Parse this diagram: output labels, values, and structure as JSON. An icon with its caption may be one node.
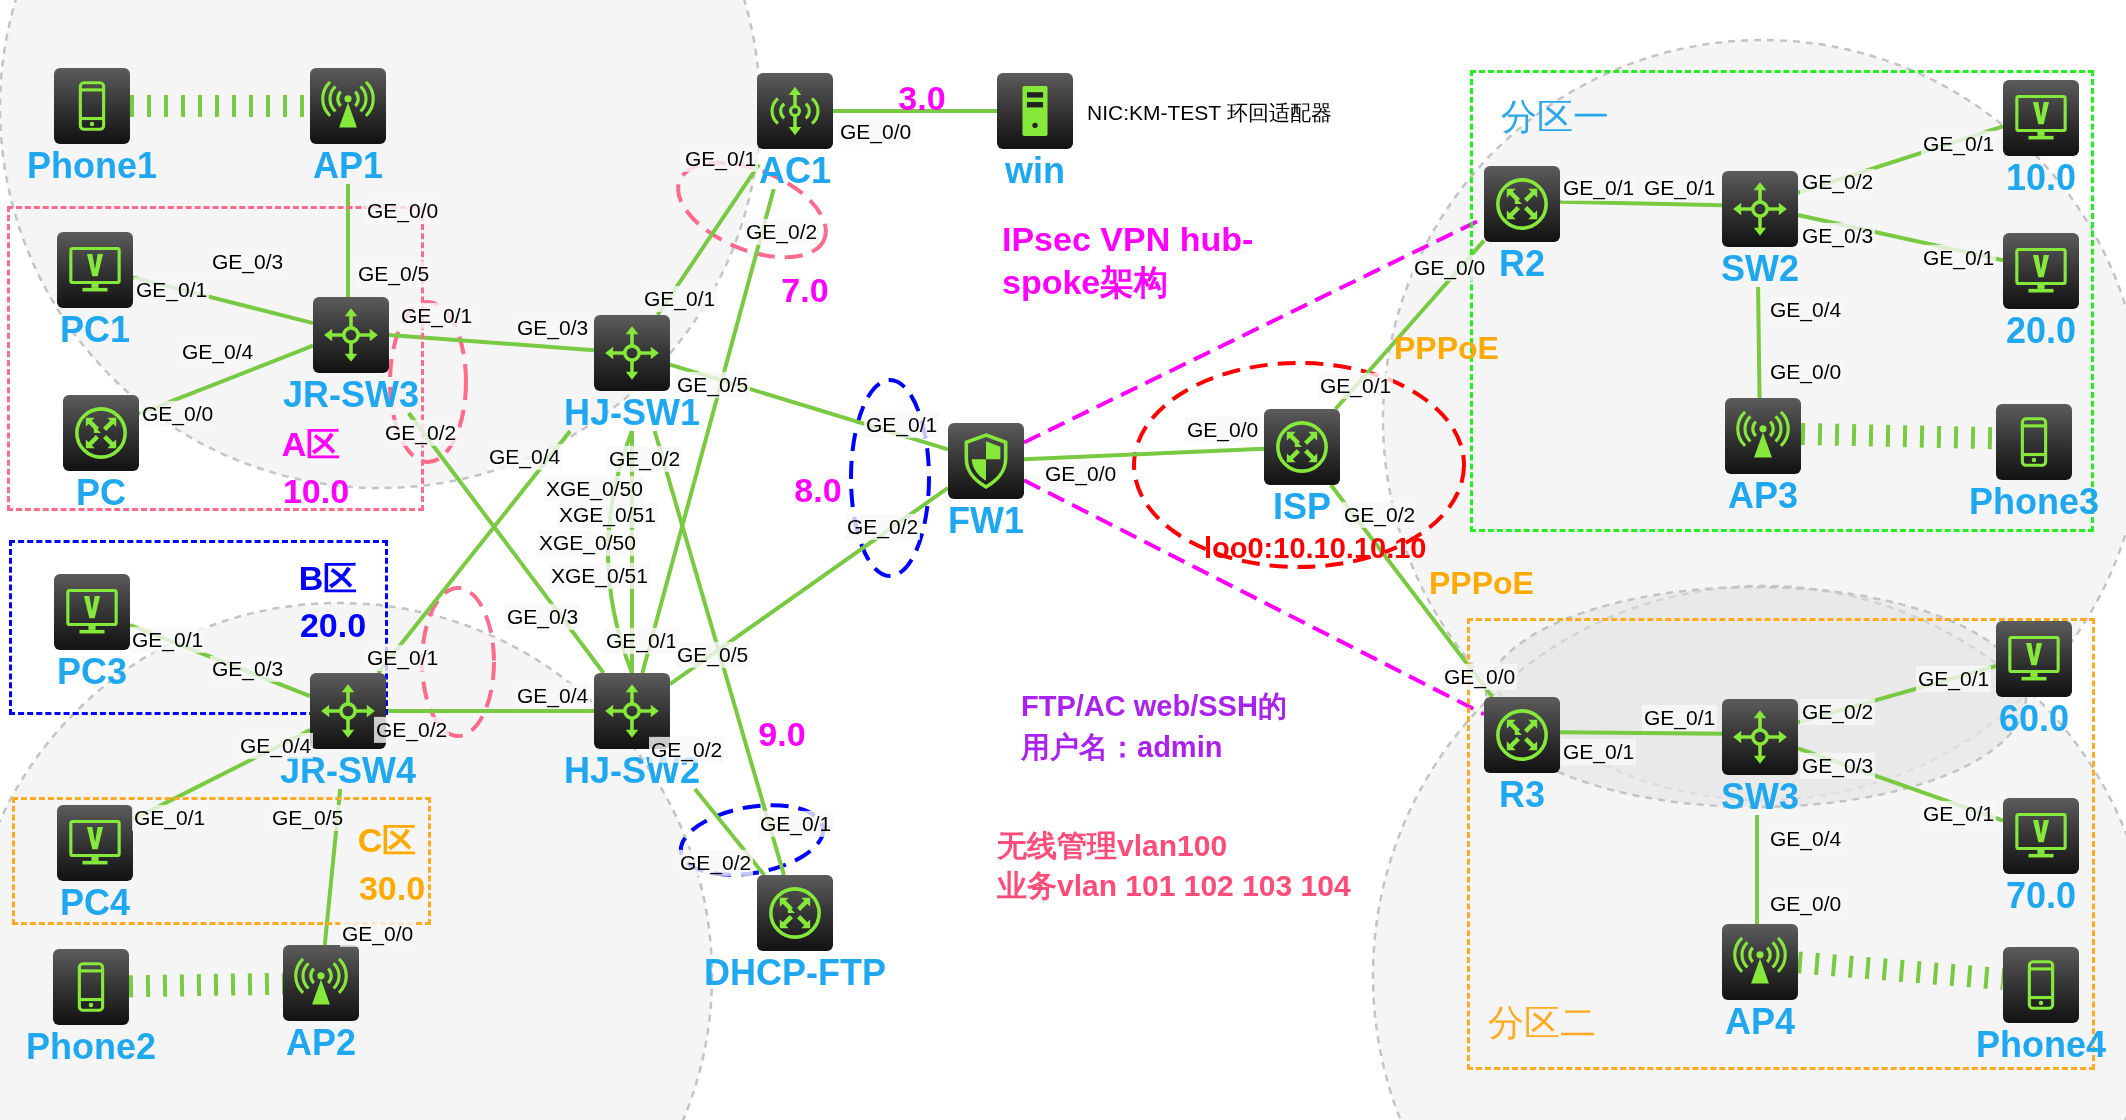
{
  "diagram": {
    "nodes": [
      {
        "text": [
          "Phone1"
        ]
      },
      {
        "text": [
          "AP1"
        ]
      },
      {
        "text": [
          "AC1"
        ]
      },
      {
        "text": [
          "win"
        ],
        "beside": [
          "NIC:KM-TEST 环回适配器"
        ]
      },
      {
        "text": [
          "A区",
          "10.0"
        ]
      },
      {
        "text": [
          "PC1"
        ],
        "in": 4
      },
      {
        "text": [
          "JR-SW3"
        ],
        "in": 4
      },
      {
        "text": [
          "PC"
        ],
        "in": 4
      },
      {
        "text": [
          "HJ-SW1"
        ]
      },
      {
        "text": [
          "FW1"
        ]
      },
      {
        "text": [
          "B区",
          "20.0"
        ]
      },
      {
        "text": [
          "PC3"
        ],
        "in": 10
      },
      {
        "text": [
          "JR-SW4"
        ]
      },
      {
        "text": [
          "HJ-SW2"
        ]
      },
      {
        "text": [
          "C区",
          "30.0"
        ]
      },
      {
        "text": [
          "PC4"
        ],
        "in": 14
      },
      {
        "text": [
          "Phone2"
        ]
      },
      {
        "text": [
          "AP2"
        ]
      },
      {
        "text": [
          "DHCP-FTP"
        ]
      },
      {
        "text": [
          "分区一"
        ]
      },
      {
        "text": [
          "R2"
        ],
        "in": 19
      },
      {
        "text": [
          "SW2"
        ],
        "in": 19
      },
      {
        "text": [
          "10.0"
        ],
        "in": 19
      },
      {
        "text": [
          "20.0"
        ],
        "in": 19
      },
      {
        "text": [
          "AP3"
        ],
        "in": 19
      },
      {
        "text": [
          "Phone3"
        ],
        "in": 19
      },
      {
        "text": [
          "ISP"
        ]
      },
      {
        "text": [
          "分区二"
        ]
      },
      {
        "text": [
          "R3"
        ],
        "in": 27
      },
      {
        "text": [
          "SW3"
        ],
        "in": 27
      },
      {
        "text": [
          "60.0"
        ],
        "in": 27
      },
      {
        "text": [
          "70.0"
        ],
        "in": 27
      },
      {
        "text": [
          "AP4"
        ],
        "in": 27
      },
      {
        "text": [
          "Phone4"
        ],
        "in": 27
      }
    ],
    "edges": [
      {
        "from": 0,
        "to": 1,
        "arrow": "none",
        "style": "dashed"
      },
      {
        "from": 1,
        "to": 6,
        "arrow": "none"
      },
      {
        "from": 5,
        "to": 6,
        "arrow": "none"
      },
      {
        "from": 7,
        "to": 6,
        "arrow": "none"
      },
      {
        "from": 6,
        "to": 8,
        "arrow": "none"
      },
      {
        "from": 6,
        "to": 13,
        "arrow": "none"
      },
      {
        "from": 8,
        "to": 2,
        "arrow": "none"
      },
      {
        "from": 13,
        "to": 2,
        "arrow": "none"
      },
      {
        "from": 2,
        "to": 3,
        "arrow": "none"
      },
      {
        "from": 8,
        "to": 9,
        "arrow": "none"
      },
      {
        "from": 13,
        "to": 9,
        "arrow": "none"
      },
      {
        "from": 8,
        "to": 12,
        "arrow": "none"
      },
      {
        "from": 8,
        "to": 13,
        "arrow": "none"
      },
      {
        "from": 8,
        "to": 13,
        "arrow": "none"
      },
      {
        "from": 8,
        "to": 18,
        "arrow": "none"
      },
      {
        "from": 13,
        "to": 18,
        "arrow": "none"
      },
      {
        "from": 11,
        "to": 12,
        "arrow": "none"
      },
      {
        "from": 12,
        "to": 13,
        "arrow": "none"
      },
      {
        "from": 15,
        "to": 12,
        "arrow": "none"
      },
      {
        "from": 12,
        "to": 17,
        "arrow": "none"
      },
      {
        "from": 16,
        "to": 17,
        "arrow": "none",
        "style": "dashed"
      },
      {
        "from": 9,
        "to": 26,
        "arrow": "none"
      },
      {
        "from": 9,
        "to": 20,
        "arrow": "none",
        "style": "dashed",
        "color": "#ff00ff"
      },
      {
        "from": 9,
        "to": 28,
        "arrow": "none",
        "style": "dashed",
        "color": "#ff00ff"
      },
      {
        "from": 26,
        "to": 20,
        "arrow": "none"
      },
      {
        "from": 26,
        "to": 28,
        "arrow": "none"
      },
      {
        "from": 20,
        "to": 21,
        "arrow": "none"
      },
      {
        "from": 21,
        "to": 22,
        "arrow": "none"
      },
      {
        "from": 21,
        "to": 23,
        "arrow": "none"
      },
      {
        "from": 21,
        "to": 24,
        "arrow": "none"
      },
      {
        "from": 24,
        "to": 25,
        "arrow": "none",
        "style": "dashed"
      },
      {
        "from": 28,
        "to": 29,
        "arrow": "none"
      },
      {
        "from": 29,
        "to": 30,
        "arrow": "none"
      },
      {
        "from": 29,
        "to": 31,
        "arrow": "none"
      },
      {
        "from": 29,
        "to": 32,
        "arrow": "none"
      },
      {
        "from": 32,
        "to": 33,
        "arrow": "none",
        "style": "dashed"
      }
    ],
    "labels": [
      "GE_0/0",
      "GE_0/1",
      "GE_0/1",
      "GE_0/2",
      "GE_0/1",
      "GE_0/1",
      "GE_0/0",
      "GE_0/3",
      "GE_0/2",
      "GE_0/1",
      "GE_0/0",
      "GE_0/5",
      "GE_0/1",
      "GE_0/1",
      "GE_0/3",
      "GE_0/4",
      "GE_0/1",
      "GE_0/3",
      "GE_0/0",
      "GE_0/4",
      "GE_0/5",
      "GE_0/1",
      "GE_0/0",
      "GE_0/1",
      "GE_0/2",
      "GE_0/4",
      "GE_0/2",
      "GE_0/0",
      "GE_0/0",
      "XGE_0/50",
      "GE_0/2",
      "XGE_0/51",
      "GE_0/2",
      "XGE_0/50",
      "XGE_0/51",
      "GE_0/3",
      "GE_0/1",
      "GE_0/1",
      "GE_0/5",
      "GE_0/1",
      "GE_0/3",
      "GE_0/0",
      "GE_0/1",
      "GE_0/2",
      "GE_0/4",
      "GE_0/2",
      "GE_0/1",
      "GE_0/4",
      "GE_0/2",
      "GE_0/1",
      "GE_0/3",
      "GE_0/1",
      "GE_0/5",
      "GE_0/1",
      "GE_0/1",
      "GE_0/4",
      "GE_0/2",
      "GE_0/0",
      "GE_0/0",
      "3.0",
      "IPsec VPN hub-spoke架构",
      "7.0",
      "PPPoE",
      "8.0",
      "loo0:10.10.10.10",
      "PPPoE",
      "FTP/AC web/SSH的",
      "用户名：admin",
      "9.0",
      "无线管理vlan100",
      "业务vlan 101 102 103 104"
    ]
  }
}
